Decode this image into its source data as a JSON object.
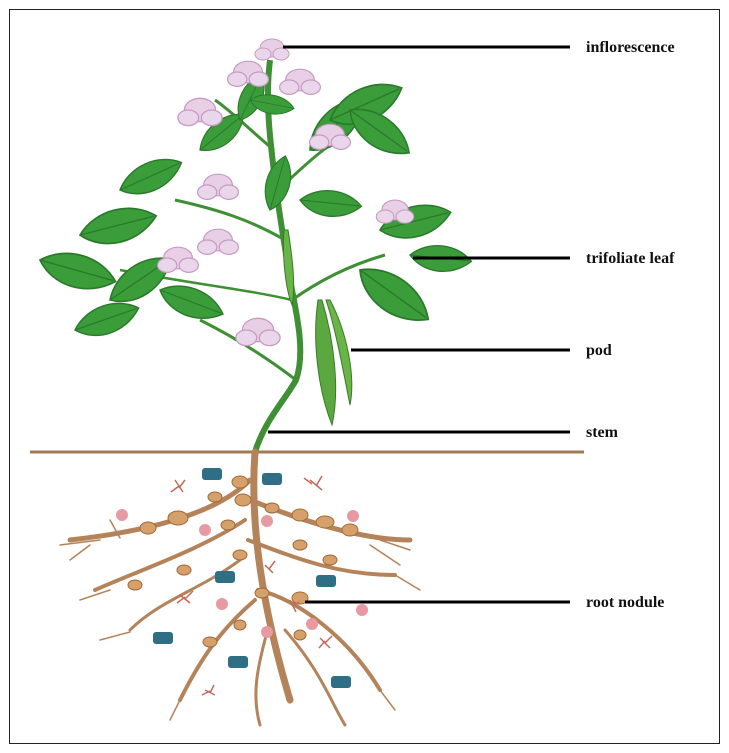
{
  "diagram": {
    "labels": {
      "inflorescence": "inflorescence",
      "trifoliate_leaf": "trifoliate leaf",
      "pod": "pod",
      "stem": "stem",
      "root_nodule": "root nodule"
    }
  },
  "colors": {
    "leaf": "#3a9d3a",
    "leaf_dark": "#2a7a2a",
    "flower": "#e8cfe6",
    "flower_dark": "#c79ac2",
    "root": "#b5835a",
    "nodule": "#d6a06a",
    "soil_line": "#a07a55",
    "bacteria": "#2f6f86",
    "spore": "#e89aa3",
    "hypha": "#c46a5a",
    "leader": "#000000"
  }
}
